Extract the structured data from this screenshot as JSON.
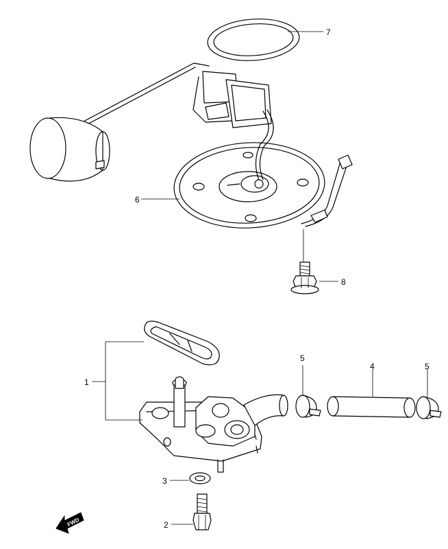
{
  "parts": [
    {
      "number": "1"
    },
    {
      "number": "2"
    },
    {
      "number": "3"
    },
    {
      "number": "4"
    },
    {
      "number": "5"
    },
    {
      "number": "5"
    },
    {
      "number": "6"
    },
    {
      "number": "7"
    },
    {
      "number": "8"
    }
  ],
  "direction_label": "FWD"
}
